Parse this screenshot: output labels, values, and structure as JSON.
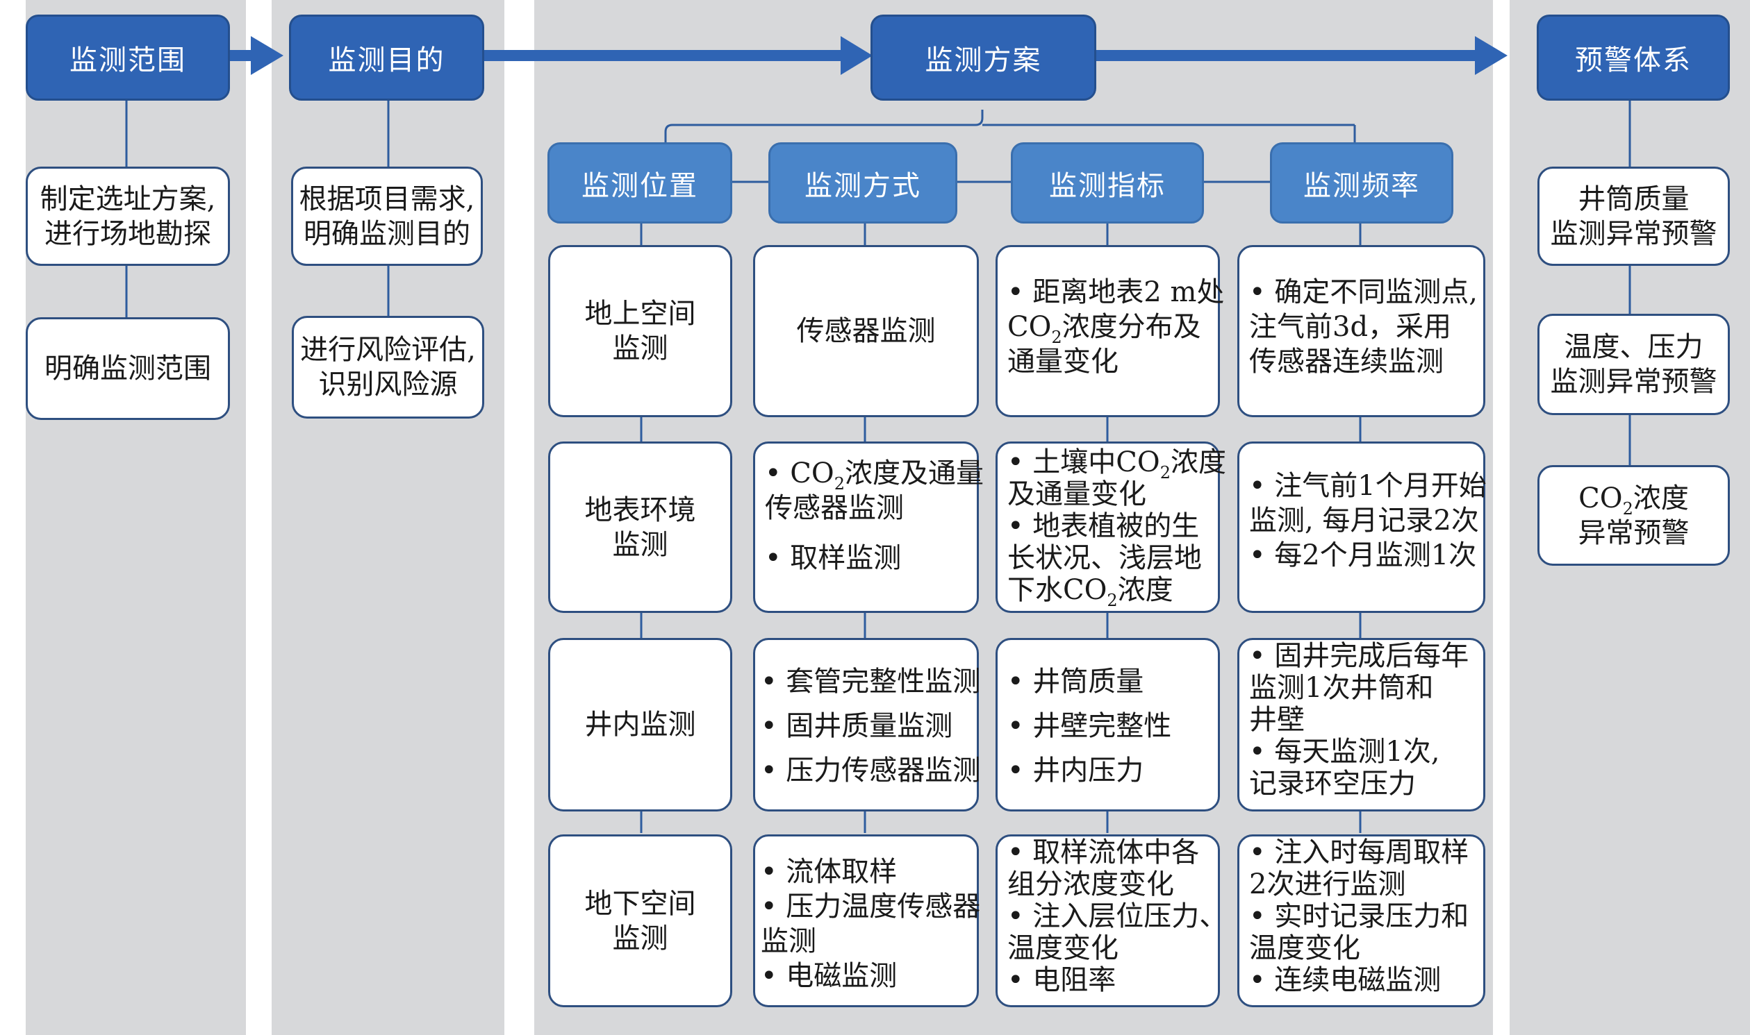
{
  "header_flow": [
    {
      "id": "scope",
      "label": "监测范围"
    },
    {
      "id": "purpose",
      "label": "监测目的"
    },
    {
      "id": "plan",
      "label": "监测方案"
    },
    {
      "id": "warning",
      "label": "预警体系"
    }
  ],
  "scope_steps": [
    {
      "lines": [
        "制定选址方案,",
        "进行场地勘探"
      ]
    },
    {
      "lines": [
        "明确监测范围"
      ]
    }
  ],
  "purpose_steps": [
    {
      "lines": [
        "根据项目需求,",
        "明确监测目的"
      ]
    },
    {
      "lines": [
        "进行风险评估,",
        "识别风险源"
      ]
    }
  ],
  "plan_categories": [
    "监测位置",
    "监测方式",
    "监测指标",
    "监测频率"
  ],
  "plan_rows": [
    {
      "location": [
        "地上空间",
        "监测"
      ],
      "method": {
        "text": "传感器监测"
      },
      "indicator": {
        "l1_pre": "• 距离地表2 m处",
        "l2_co": "CO",
        "l2_sub": "2",
        "l2_post": "浓度分布及",
        "l3": "通量变化"
      },
      "frequency": [
        "• 确定不同监测点,",
        "注气前3d，采用",
        "传感器连续监测"
      ]
    },
    {
      "location": [
        "地表环境",
        "监测"
      ],
      "method": {
        "l1_pre": "• CO",
        "l1_sub": "2",
        "l1_post": "浓度及通量",
        "l2": "传感器监测",
        "l3": "• 取样监测"
      },
      "indicator": {
        "l1_pre": "• 土壤中CO",
        "l1_sub": "2",
        "l1_post": "浓度",
        "l2": "及通量变化",
        "l3": "• 地表植被的生",
        "l4": "长状况、浅层地",
        "l5_pre": "下水CO",
        "l5_sub": "2",
        "l5_post": "浓度"
      },
      "frequency": [
        "• 注气前1个月开始",
        "监测, 每月记录2次",
        "• 每2个月监测1次"
      ]
    },
    {
      "location": [
        "井内监测"
      ],
      "method": [
        "• 套管完整性监测",
        "• 固井质量监测",
        "• 压力传感器监测"
      ],
      "indicator": [
        "• 井筒质量",
        "• 井壁完整性",
        "• 井内压力"
      ],
      "frequency": [
        "• 固井完成后每年",
        "监测1次井筒和",
        "井壁",
        "• 每天监测1次,",
        "记录环空压力"
      ]
    },
    {
      "location": [
        "地下空间",
        "监测"
      ],
      "method": [
        "• 流体取样",
        "• 压力温度传感器",
        "监测",
        "• 电磁监测"
      ],
      "indicator": [
        "• 取样流体中各",
        "组分浓度变化",
        "• 注入层位压力、",
        "温度变化",
        "• 电阻率"
      ],
      "frequency": [
        "• 注入时每周取样",
        "2次进行监测",
        "• 实时记录压力和",
        "温度变化",
        "• 连续电磁监测"
      ]
    }
  ],
  "warning_steps": [
    {
      "lines": [
        "井筒质量",
        "监测异常预警"
      ]
    },
    {
      "lines": [
        "温度、压力",
        "监测异常预警"
      ]
    },
    {
      "co": "CO",
      "sub": "2",
      "post": "浓度",
      "line2": "异常预警"
    }
  ]
}
